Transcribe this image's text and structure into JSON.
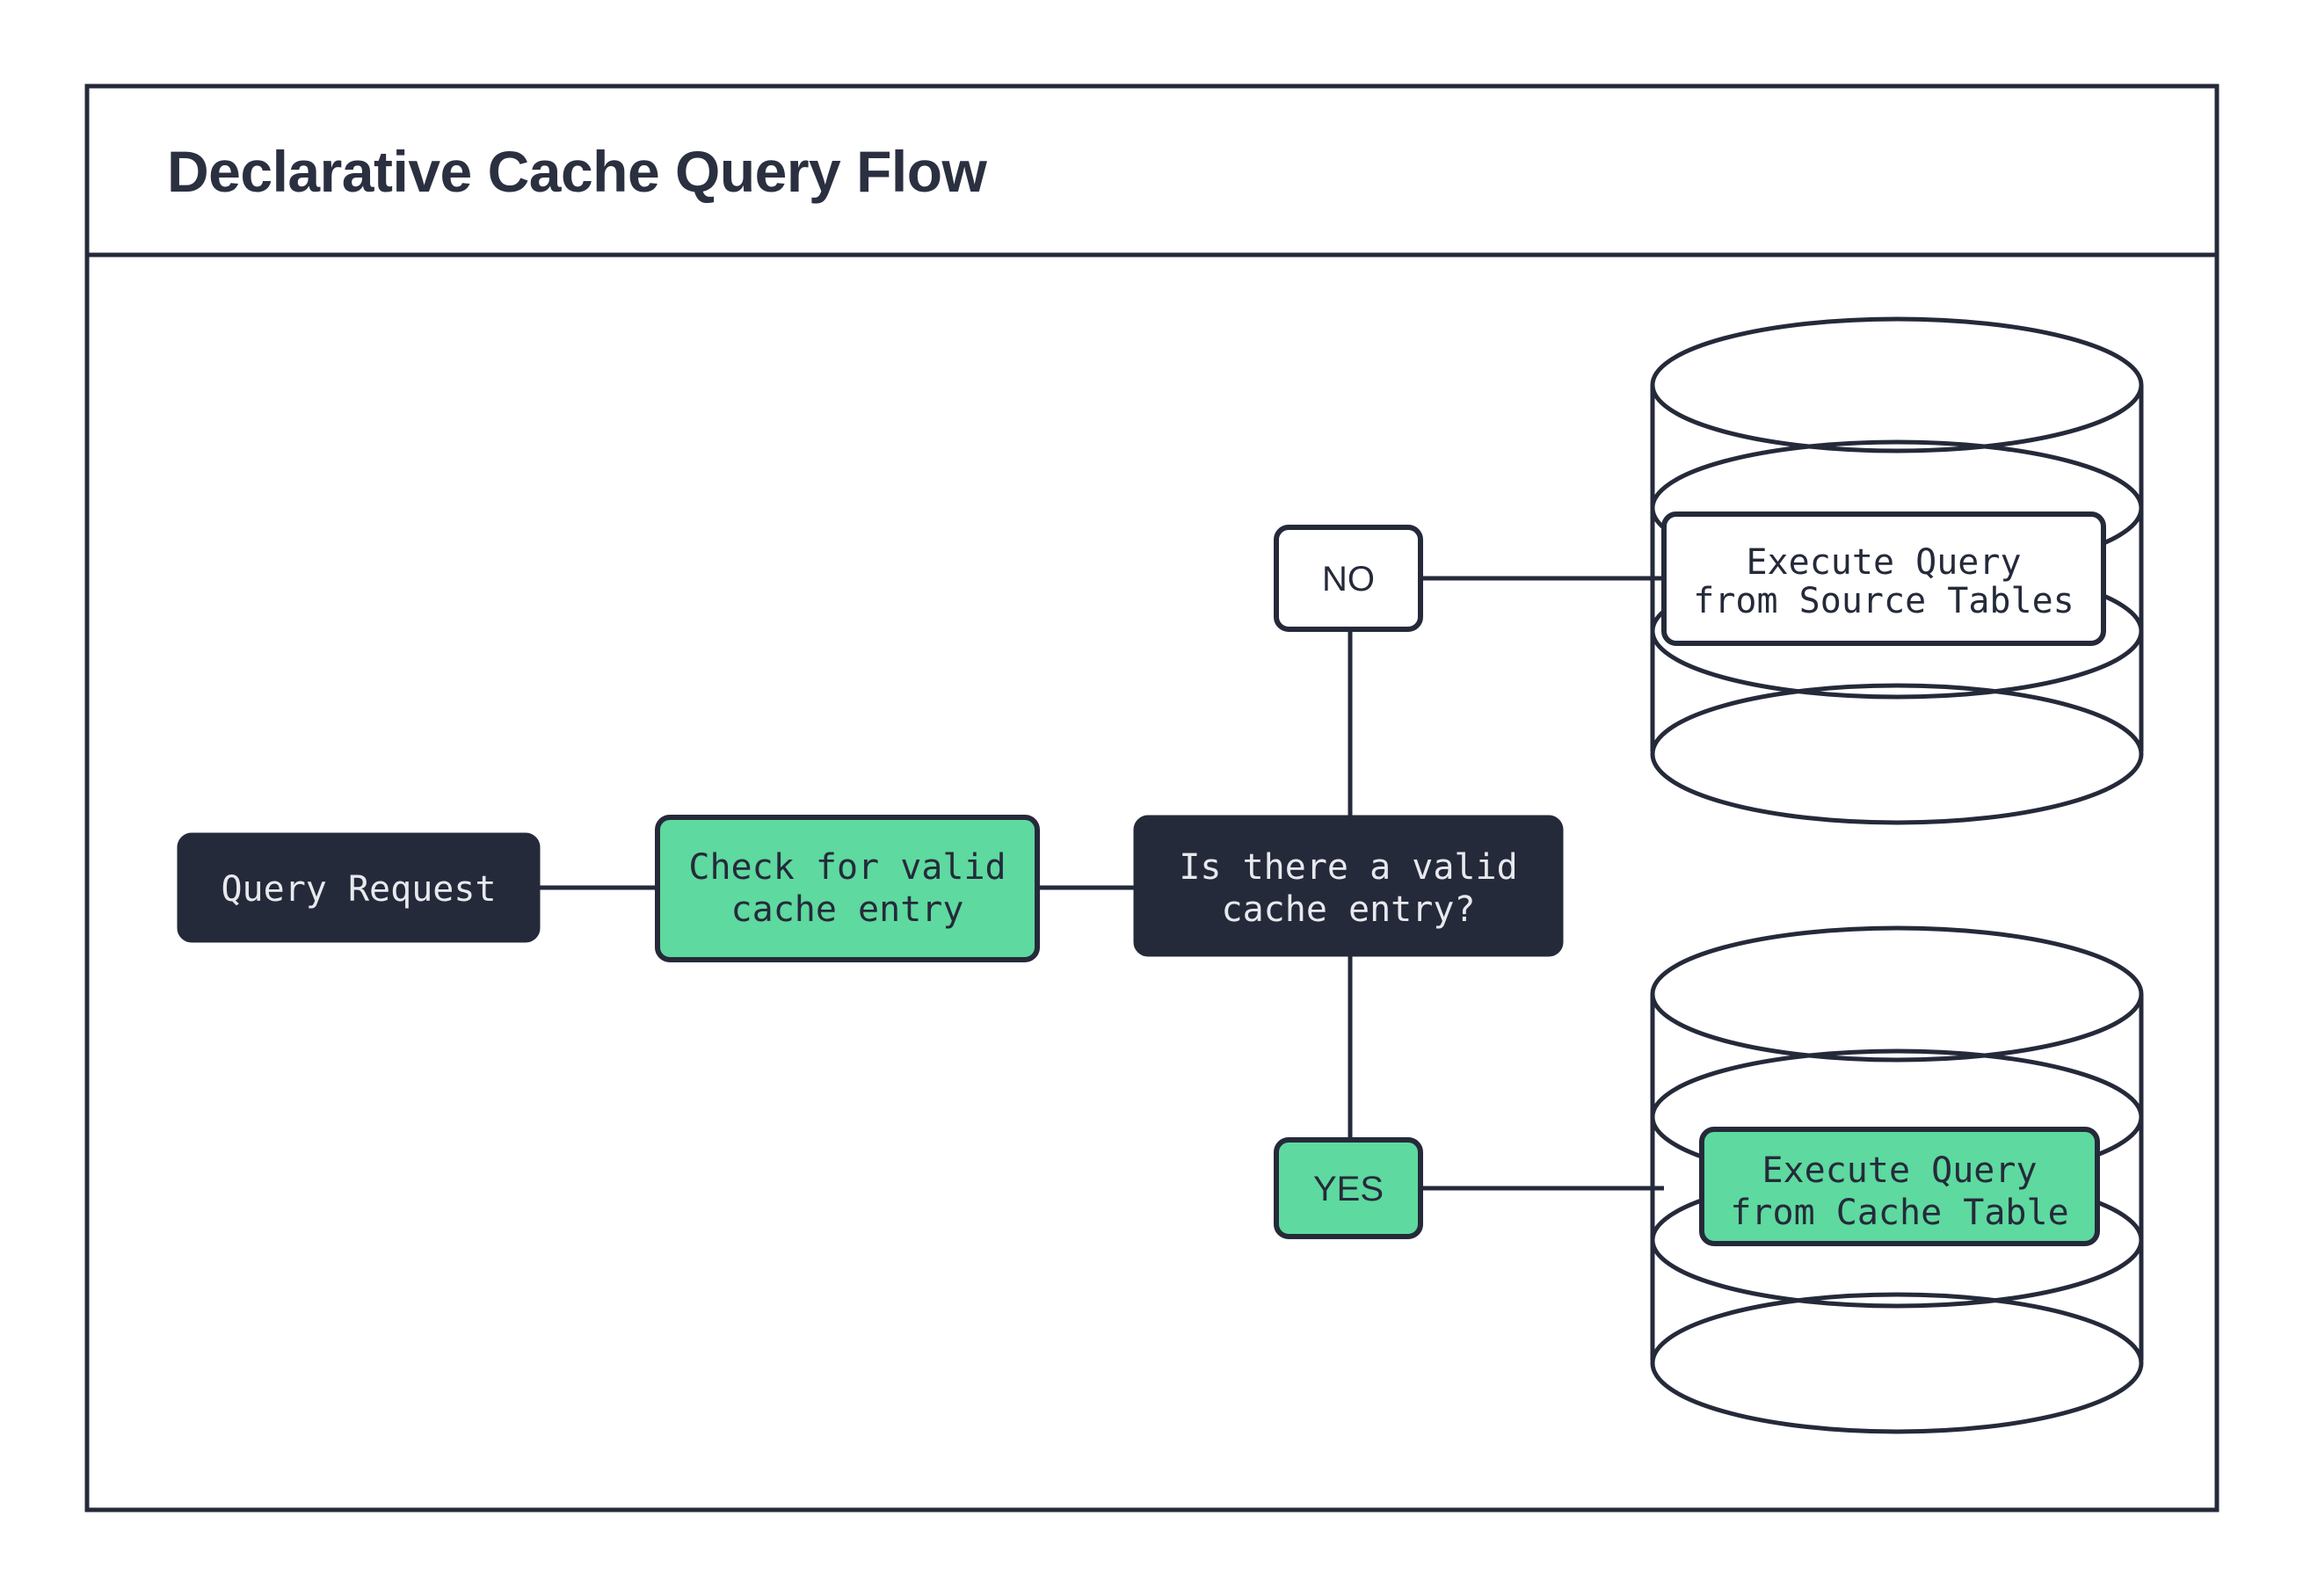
{
  "diagram": {
    "title": "Declarative Cache Query Flow",
    "accent_green": "#5ed99f",
    "dark_navy": "#252a3a",
    "background": "#ffffff",
    "nodes": {
      "query_request": {
        "label": "Query Request",
        "style": "dark-rounded-box"
      },
      "check_cache": {
        "line1": "Check for valid",
        "line2": "cache entry",
        "style": "green-rounded-box"
      },
      "decision": {
        "line1": "Is there a valid",
        "line2": "cache entry?",
        "style": "dark-rounded-box"
      },
      "branch_no": {
        "label": "NO",
        "style": "white-rounded-box"
      },
      "branch_yes": {
        "label": "YES",
        "style": "green-rounded-box"
      },
      "source_db": {
        "line1": "Execute Query",
        "line2": "from Source Tables",
        "style": "white-label-on-database-cylinder",
        "icon": "database-cylinder-icon"
      },
      "cache_db": {
        "line1": "Execute Query",
        "line2": "from Cache Table",
        "style": "green-label-on-database-cylinder",
        "icon": "database-cylinder-icon"
      }
    },
    "edges": [
      {
        "from": "query_request",
        "to": "check_cache"
      },
      {
        "from": "check_cache",
        "to": "decision"
      },
      {
        "from": "decision",
        "to": "branch_no"
      },
      {
        "from": "branch_no",
        "to": "source_db"
      },
      {
        "from": "decision",
        "to": "branch_yes"
      },
      {
        "from": "branch_yes",
        "to": "cache_db"
      }
    ]
  }
}
